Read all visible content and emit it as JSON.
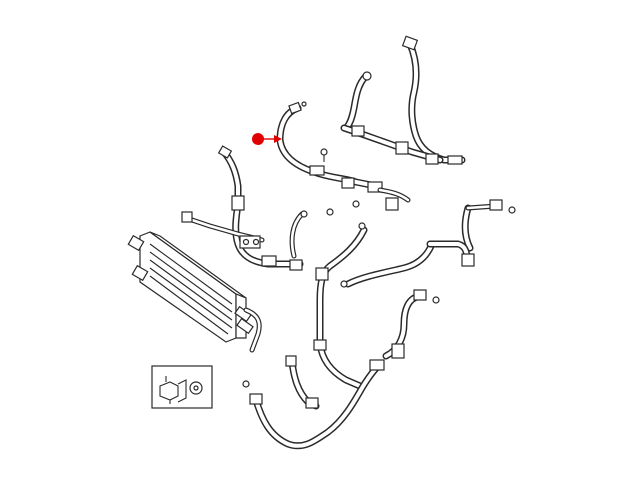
{
  "diagram": {
    "callout": {
      "marker_color": "#e00000"
    },
    "colors": {
      "line": "#2a2a2a",
      "background": "#ffffff"
    },
    "components": [
      "cooler-assembly",
      "callout-hose",
      "upper-right-hose-assembly",
      "cooler-feed-line",
      "central-return-line",
      "right-hose",
      "lower-hose",
      "clip-detail-inset"
    ]
  }
}
